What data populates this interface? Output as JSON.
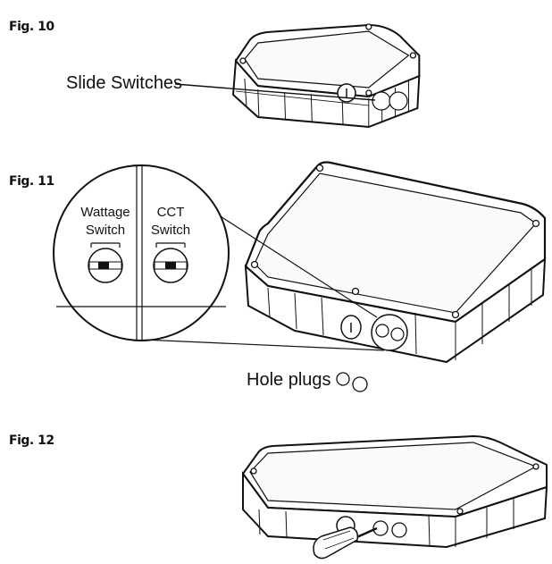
{
  "figures": [
    {
      "label": "Fig. 10",
      "callout": "Slide Switches"
    },
    {
      "label": "Fig. 11",
      "callout": "Hole plugs"
    },
    {
      "label": "Fig. 12"
    }
  ],
  "zoom": {
    "left_title_line1": "Wattage",
    "left_title_line2": "Switch",
    "right_title_line1": "CCT",
    "right_title_line2": "Switch"
  }
}
